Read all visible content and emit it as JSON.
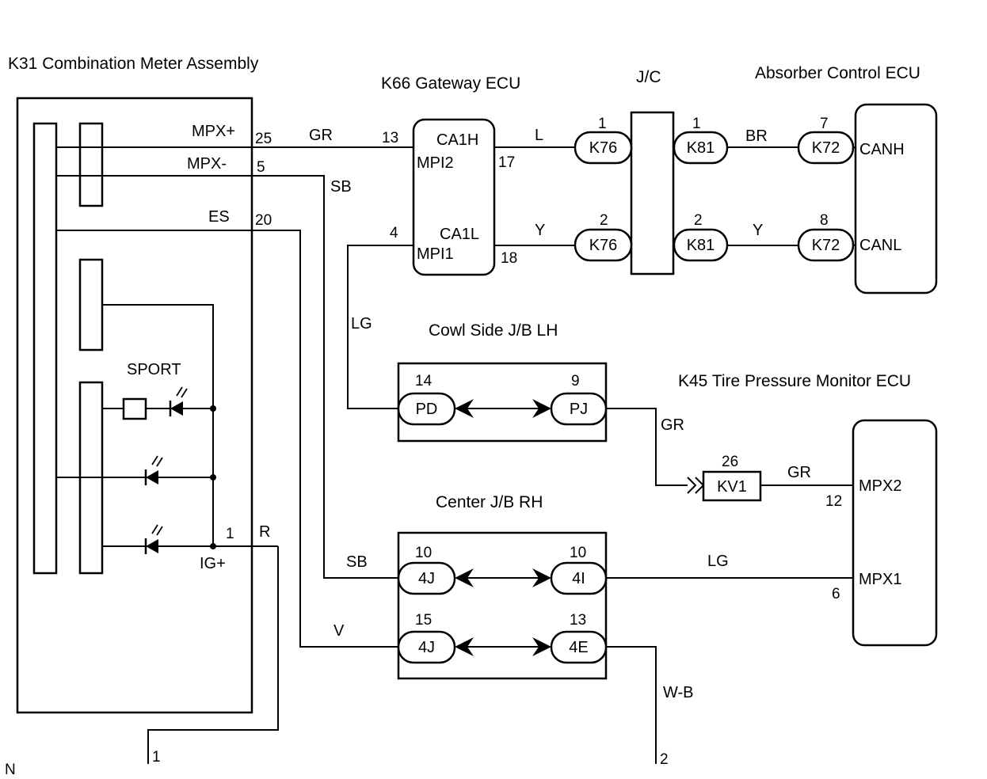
{
  "components": {
    "meter": {
      "title": "K31 Combination Meter Assembly",
      "mpx_plus": "MPX+",
      "mpx_minus": "MPX-",
      "es": "ES",
      "sport": "SPORT",
      "ig": "IG+"
    },
    "gateway": {
      "title": "K66 Gateway ECU",
      "ca1h": "CA1H",
      "mpi2": "MPI2",
      "ca1l": "CA1L",
      "mpi1": "MPI1"
    },
    "jc": {
      "title": "J/C"
    },
    "absorber": {
      "title": "Absorber Control ECU",
      "canh": "CANH",
      "canl": "CANL"
    },
    "cowl": {
      "title": "Cowl Side J/B LH"
    },
    "tpms": {
      "title": "K45 Tire Pressure Monitor ECU",
      "mpx2": "MPX2",
      "mpx1": "MPX1"
    },
    "center": {
      "title": "Center J/B RH"
    }
  },
  "pins": {
    "p25": "25",
    "p5": "5",
    "p20": "20",
    "p1_meter": "1",
    "p13": "13",
    "p17": "17",
    "p4": "4",
    "p18": "18",
    "k76_1": "1",
    "k76_2": "2",
    "k81_1": "1",
    "k81_2": "2",
    "k72_7": "7",
    "k72_8": "8",
    "pd_14": "14",
    "pj_9": "9",
    "kv1_26": "26",
    "tp_12": "12",
    "tp_6": "6",
    "j4_10": "10",
    "i4_10": "10",
    "j4_15": "15",
    "e4_13": "13",
    "ground_1": "1",
    "ground_2": "2"
  },
  "connectors": {
    "k76": "K76",
    "k81": "K81",
    "k72": "K72",
    "kv1": "KV1",
    "pd": "PD",
    "pj": "PJ",
    "j4": "4J",
    "i4": "4I",
    "e4": "4E"
  },
  "wires": {
    "gr": "GR",
    "sb": "SB",
    "l": "L",
    "y": "Y",
    "br": "BR",
    "lg": "LG",
    "r": "R",
    "v": "V",
    "wb": "W-B"
  },
  "corner": "N"
}
